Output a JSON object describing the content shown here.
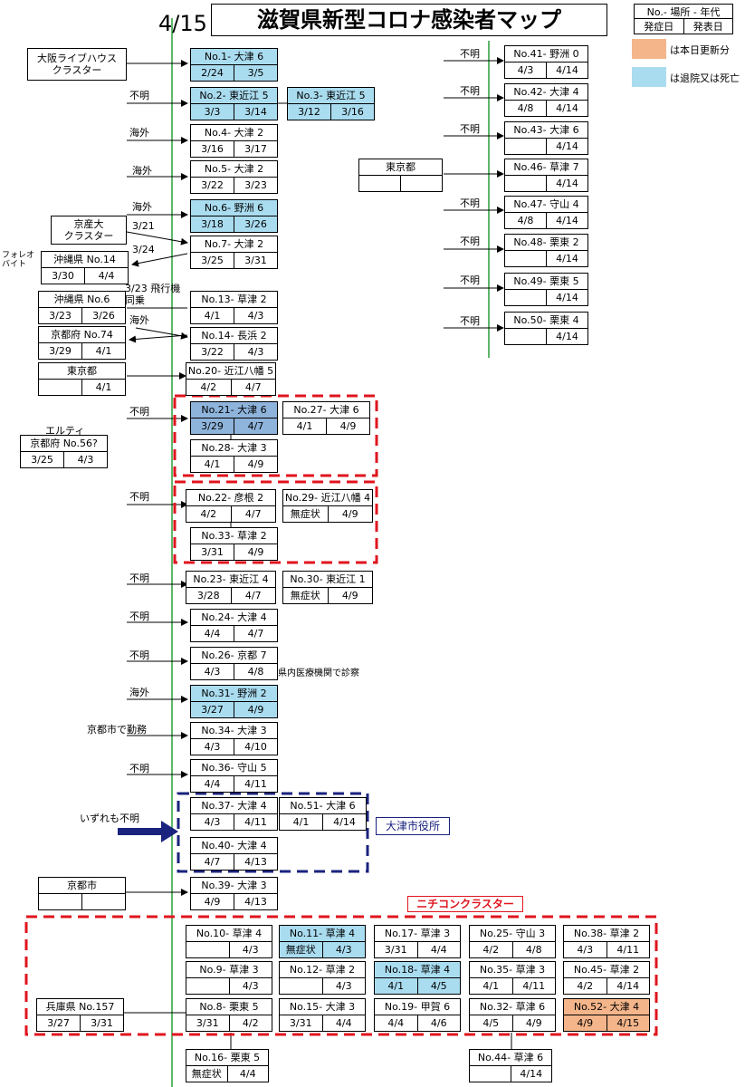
{
  "header": {
    "date": "4/15",
    "title": "滋賀県新型コロナ感染者マップ"
  },
  "legend": {
    "key_top": "No.- 場所 - 年代",
    "key_left": "発症日",
    "key_right": "発表日",
    "orange_label": "は本日更新分",
    "blue_label": "は退院又は死亡",
    "orange_color": "#f4b58a",
    "blue_color": "#aadcf0"
  },
  "cases": [
    {
      "title": "No.1- 大津 6",
      "onset": "2/24",
      "report": "3/5",
      "color": "blue"
    },
    {
      "title": "No.2- 東近江 5",
      "onset": "3/3",
      "report": "3/14",
      "color": "blue"
    },
    {
      "title": "No.3- 東近江 5",
      "onset": "3/12",
      "report": "3/16",
      "color": "blue"
    },
    {
      "title": "No.4- 大津 2",
      "onset": "3/16",
      "report": "3/17",
      "color": ""
    },
    {
      "title": "No.5- 大津 2",
      "onset": "3/22",
      "report": "3/23",
      "color": ""
    },
    {
      "title": "No.6- 野洲 6",
      "onset": "3/18",
      "report": "3/26",
      "color": "blue"
    },
    {
      "title": "No.7- 大津 2",
      "onset": "3/25",
      "report": "3/31",
      "color": ""
    },
    {
      "title": "No.13- 草津 2",
      "onset": "4/1",
      "report": "4/3",
      "color": ""
    },
    {
      "title": "No.14- 長浜 2",
      "onset": "3/22",
      "report": "4/3",
      "color": ""
    },
    {
      "title": "No.20- 近江八幡 5",
      "onset": "4/2",
      "report": "4/7",
      "color": ""
    },
    {
      "title": "No.21- 大津 6",
      "onset": "3/29",
      "report": "4/7",
      "color": "dblue"
    },
    {
      "title": "No.27- 大津 6",
      "onset": "4/1",
      "report": "4/9",
      "color": ""
    },
    {
      "title": "No.28- 大津 3",
      "onset": "4/1",
      "report": "4/9",
      "color": ""
    },
    {
      "title": "No.22- 彦根 2",
      "onset": "4/2",
      "report": "4/7",
      "color": ""
    },
    {
      "title": "No.29- 近江八幡 4",
      "onset": "無症状",
      "report": "4/9",
      "color": ""
    },
    {
      "title": "No.33- 草津 2",
      "onset": "3/31",
      "report": "4/9",
      "color": ""
    },
    {
      "title": "No.23- 東近江 4",
      "onset": "3/28",
      "report": "4/7",
      "color": ""
    },
    {
      "title": "No.30- 東近江 1",
      "onset": "無症状",
      "report": "4/9",
      "color": ""
    },
    {
      "title": "No.24- 大津 4",
      "onset": "4/4",
      "report": "4/7",
      "color": ""
    },
    {
      "title": "No.26- 京都 7",
      "onset": "4/3",
      "report": "4/8",
      "color": ""
    },
    {
      "title": "No.31- 野洲 2",
      "onset": "3/27",
      "report": "4/9",
      "color": "blue"
    },
    {
      "title": "No.34- 大津 3",
      "onset": "4/3",
      "report": "4/10",
      "color": ""
    },
    {
      "title": "No.36- 守山 5",
      "onset": "4/4",
      "report": "4/11",
      "color": ""
    },
    {
      "title": "No.37- 大津 4",
      "onset": "4/3",
      "report": "4/11",
      "color": ""
    },
    {
      "title": "No.51- 大津 6",
      "onset": "4/1",
      "report": "4/14",
      "color": ""
    },
    {
      "title": "No.40- 大津 4",
      "onset": "4/7",
      "report": "4/13",
      "color": ""
    },
    {
      "title": "No.39- 大津 3",
      "onset": "4/9",
      "report": "4/13",
      "color": ""
    },
    {
      "title": "No.10- 草津 4",
      "onset": "",
      "report": "4/3",
      "color": ""
    },
    {
      "title": "No.11- 草津 4",
      "onset": "無症状",
      "report": "4/3",
      "color": "blue"
    },
    {
      "title": "No.17- 草津 3",
      "onset": "3/31",
      "report": "4/4",
      "color": ""
    },
    {
      "title": "No.25- 守山 3",
      "onset": "4/2",
      "report": "4/8",
      "color": ""
    },
    {
      "title": "No.38- 草津 2",
      "onset": "4/3",
      "report": "4/11",
      "color": ""
    },
    {
      "title": "No.9- 草津 3",
      "onset": "",
      "report": "4/3",
      "color": ""
    },
    {
      "title": "No.12- 草津 2",
      "onset": "",
      "report": "4/3",
      "color": ""
    },
    {
      "title": "No.18- 草津 4",
      "onset": "4/1",
      "report": "4/5",
      "color": "blue"
    },
    {
      "title": "No.35- 草津 3",
      "onset": "4/1",
      "report": "4/11",
      "color": ""
    },
    {
      "title": "No.45- 草津 2",
      "onset": "4/2",
      "report": "4/14",
      "color": ""
    },
    {
      "title": "No.8- 栗東 5",
      "onset": "3/31",
      "report": "4/2",
      "color": ""
    },
    {
      "title": "No.15- 大津 3",
      "onset": "3/31",
      "report": "4/4",
      "color": ""
    },
    {
      "title": "No.19- 甲賀 6",
      "onset": "4/4",
      "report": "4/6",
      "color": ""
    },
    {
      "title": "No.32- 草津 6",
      "onset": "4/5",
      "report": "4/9",
      "color": ""
    },
    {
      "title": "No.52- 大津 4",
      "onset": "4/9",
      "report": "4/15",
      "color": "orange"
    },
    {
      "title": "No.16- 栗東 5",
      "onset": "無症状",
      "report": "4/4",
      "color": ""
    },
    {
      "title": "No.44- 草津 6",
      "onset": "",
      "report": "4/14",
      "color": ""
    },
    {
      "title": "No.41- 野洲 0",
      "onset": "4/3",
      "report": "4/14",
      "color": ""
    },
    {
      "title": "No.42- 大津 4",
      "onset": "4/8",
      "report": "4/14",
      "color": ""
    },
    {
      "title": "No.43- 大津 6",
      "onset": "",
      "report": "4/14",
      "color": ""
    },
    {
      "title": "No.46- 草津 7",
      "onset": "",
      "report": "4/14",
      "color": ""
    },
    {
      "title": "No.47- 守山 4",
      "onset": "4/8",
      "report": "4/14",
      "color": ""
    },
    {
      "title": "No.48- 栗東 2",
      "onset": "",
      "report": "4/14",
      "color": ""
    },
    {
      "title": "No.49- 栗東 5",
      "onset": "",
      "report": "4/14",
      "color": ""
    },
    {
      "title": "No.50- 栗東 4",
      "onset": "",
      "report": "4/14",
      "color": ""
    }
  ],
  "external": [
    {
      "title": "沖縄県 No.14",
      "onset": "3/30",
      "report": "4/4"
    },
    {
      "title": "沖縄県 No.6",
      "onset": "3/23",
      "report": "3/26"
    },
    {
      "title": "京都府 No.74",
      "onset": "3/29",
      "report": "4/1"
    },
    {
      "title": "東京都",
      "onset": "",
      "report": "4/1"
    },
    {
      "title": "京都府 No.56?",
      "onset": "3/25",
      "report": "4/3"
    },
    {
      "title": "東京都",
      "onset": "",
      "report": ""
    },
    {
      "title": "京都市",
      "onset": "",
      "report": ""
    },
    {
      "title": "兵庫県 No.157",
      "onset": "3/27",
      "report": "3/31"
    }
  ],
  "sources": {
    "osaka_cluster": "大阪ライブハウス\nクラスター",
    "kyosan_cluster": "京産大\nクラスター",
    "unknown": "不明",
    "overseas": "海外",
    "d321": "3/21",
    "d324": "3/24",
    "follow": "フォレオ\nバイト",
    "flight": "3/23 飛行機\n同乗",
    "erutei": "エルティ",
    "kyoto_work": "京都市で勤務",
    "hospital": "県内医療機関で診察",
    "all_unknown": "いずれも不明",
    "otsu_cityhall": "大津市役所",
    "nichicon_cluster": "ニチコンクラスター"
  }
}
